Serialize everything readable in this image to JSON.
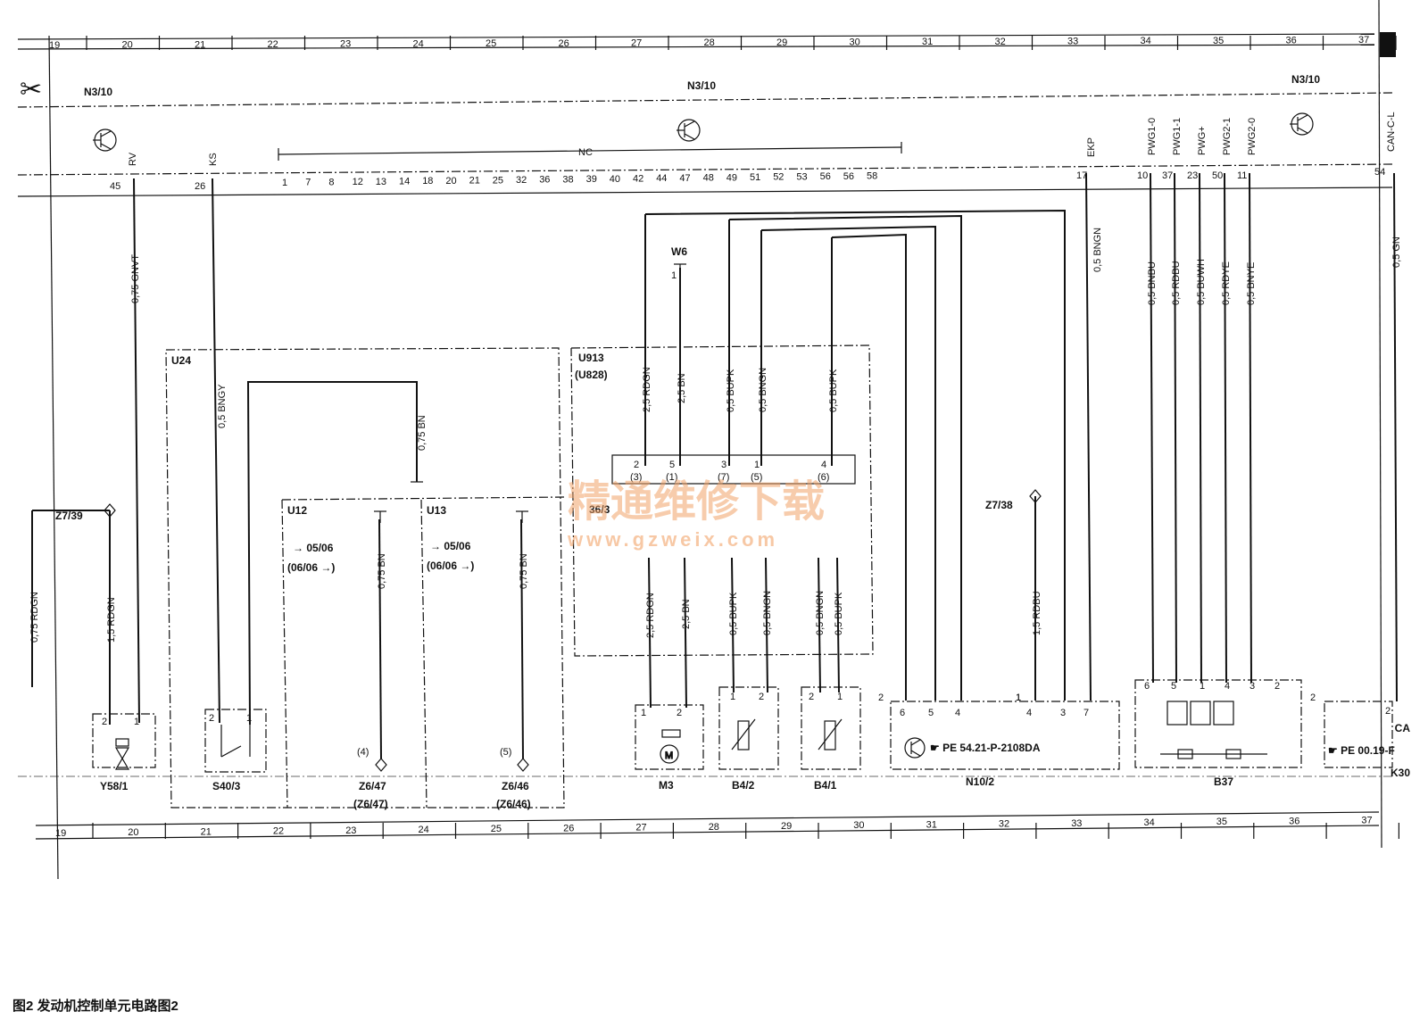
{
  "grid_columns": [
    "19",
    "20",
    "21",
    "22",
    "23",
    "24",
    "25",
    "26",
    "27",
    "28",
    "29",
    "30",
    "31",
    "32",
    "33",
    "34",
    "35",
    "36",
    "37"
  ],
  "unit_labels": {
    "left": "N3/10",
    "center": "N3/10",
    "right": "N3/10"
  },
  "top_pins": {
    "rv": {
      "name": "RV",
      "pin": "45"
    },
    "ks": {
      "name": "KS",
      "pin": "26"
    },
    "nc_label": "NC",
    "nc_pins": [
      "1",
      "7",
      "8",
      "12",
      "13",
      "14",
      "18",
      "20",
      "21",
      "25",
      "32",
      "36",
      "38",
      "39",
      "40",
      "42",
      "44",
      "47",
      "48",
      "49",
      "51",
      "52",
      "53",
      "56",
      "56",
      "58"
    ],
    "ekp": {
      "name": "EKP",
      "pin": "17"
    },
    "pwg": [
      {
        "name": "PWG1-0",
        "pin": "10"
      },
      {
        "name": "PWG1-1",
        "pin": "37"
      },
      {
        "name": "PWG+",
        "pin": "23"
      },
      {
        "name": "PWG2-1",
        "pin": "50"
      },
      {
        "name": "PWG2-0",
        "pin": "11"
      }
    ],
    "can": {
      "name": "CAN-C-L",
      "pin": "54"
    }
  },
  "wires": {
    "rv": "0,75 GNVT",
    "ks": "0,5 BNGY",
    "u24_bn": "0,75 BN",
    "z739": "1,5 RDGN",
    "left_edge": "0,75 RDGN",
    "w1": "2,5 RDGN",
    "w2": "2,5 BN",
    "w3": "0,5 BUPK",
    "w4": "0,5 BNGN",
    "w5": "0,5 BUPK",
    "m3a": "2,5 RDGN",
    "m3b": "2,5 BN",
    "b42a": "0,5 BUPK",
    "b42b": "0,5 BNGN",
    "b41a": "0,5 BNGN",
    "b41b": "0,5 BUPK",
    "z738": "1,5 RDBU",
    "ekp": "0,5 BNGN",
    "pwg": [
      "0,5 BNBU",
      "0,5 RDBU",
      "0,5 BUWH",
      "0,5 RDYE",
      "0,5 BNYE"
    ],
    "can": "0,5 GN",
    "u12_bn": "0,75 BN",
    "u13_bn": "0,75 BN"
  },
  "blocks": {
    "u24": "U24",
    "u12": {
      "name": "U12",
      "line1": "05/06",
      "line2": "(06/06"
    },
    "u13": {
      "name": "U13",
      "line1": "05/06",
      "line2": "(06/06"
    },
    "u913": "U913",
    "u828": "(U828)",
    "w6": "W6",
    "w6_pin": "1",
    "connector": "36/3",
    "conn_pins": [
      {
        "n": "2",
        "alt": "(3)"
      },
      {
        "n": "5",
        "alt": "(1)"
      },
      {
        "n": "3",
        "alt": "(7)"
      },
      {
        "n": "1",
        "alt": "(5)"
      },
      {
        "n": "4",
        "alt": "(6)"
      }
    ],
    "z739": "Z7/39",
    "z738": "Z7/38",
    "z738_pin": "1",
    "z647": {
      "top": "Z6/47",
      "bot": "(Z6/47)",
      "pin": "(4)"
    },
    "z646": {
      "top": "Z6/46",
      "bot": "(Z6/46)",
      "pin": "(5)"
    }
  },
  "components": {
    "y581": {
      "name": "Y58/1",
      "pins": [
        "2",
        "1"
      ]
    },
    "s403": {
      "name": "S40/3",
      "pins": [
        "2",
        "1"
      ]
    },
    "m3": {
      "name": "M3",
      "pins": [
        "1",
        "2"
      ]
    },
    "b42": {
      "name": "B4/2",
      "pins": [
        "1",
        "2"
      ]
    },
    "b41": {
      "name": "B4/1",
      "pins": [
        "2",
        "1"
      ]
    },
    "n102": {
      "name": "N10/2",
      "pins": [
        "2",
        "6",
        "5",
        "4",
        "1",
        "4",
        "3",
        "7"
      ],
      "ref": "PE 54.21-P-2108DA"
    },
    "b37": {
      "name": "B37",
      "pins": [
        "6",
        "5",
        "1",
        "4",
        "3",
        "2",
        "2"
      ]
    },
    "right": {
      "pin": "2",
      "ref": "PE 00.19-F",
      "side_a": "CA",
      "side_b": "K30"
    }
  },
  "watermark": {
    "cn": "精通维修下载",
    "url": "www.gzweix.com"
  },
  "caption": "图2  发动机控制单元电路图2"
}
